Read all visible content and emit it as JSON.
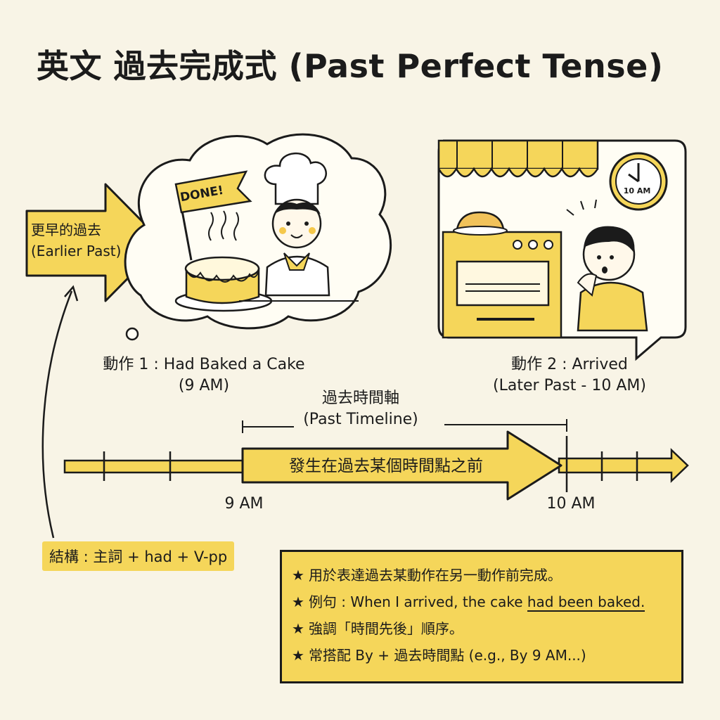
{
  "title": "英文 過去完成式 (Past Perfect Tense)",
  "earlier_past": {
    "zh": "更早的過去",
    "en": "(Earlier Past)"
  },
  "thought_sign": "DONE!",
  "action1": {
    "line1": "動作 1 : Had Baked a Cake",
    "line2": "(9 AM)"
  },
  "action2": {
    "line1": "動作 2 : Arrived",
    "line2": "(Later Past - 10 AM)"
  },
  "clock_label": "10 AM",
  "past_timeline": {
    "zh": "過去時間軸",
    "en": "(Past Timeline)"
  },
  "arrow_label": "發生在過去某個時間點之前",
  "ticks": {
    "nine": "9 AM",
    "ten": "10 AM"
  },
  "structure": "結構 : 主詞 + had + V-pp",
  "notes": {
    "n1": "用於表達過去某動作在另一動作前完成。",
    "n2_prefix": "例句 : When I arrived, the cake ",
    "n2_underlined": "had been baked.",
    "n3": "強調「時間先後」順序。",
    "n4": "常搭配 By + 過去時間點 (e.g., By 9 AM...)",
    "star": "★"
  },
  "colors": {
    "accent_yellow": "#f5d65a",
    "ink": "#1b1b1b",
    "paper": "#f8f4e6"
  }
}
